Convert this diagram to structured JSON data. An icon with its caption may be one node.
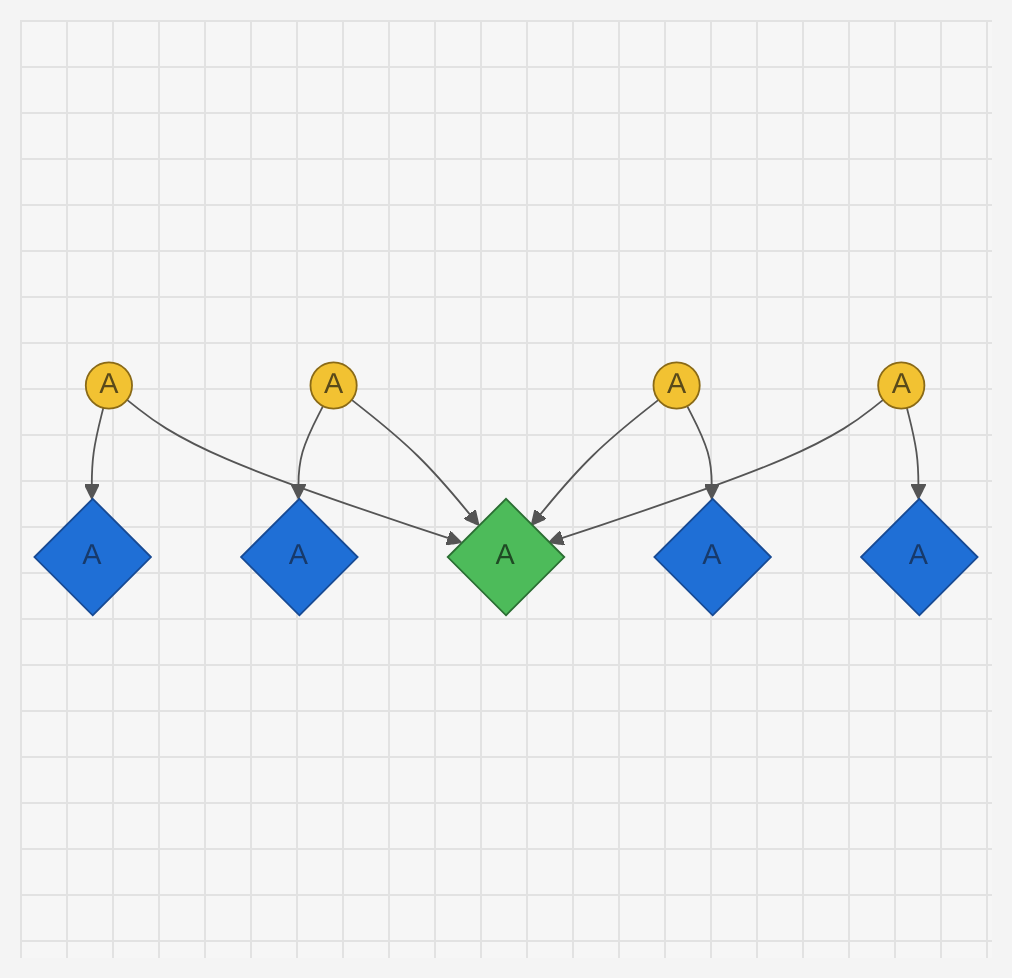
{
  "diagram": {
    "nodes": [
      {
        "text": [
          "A"
        ]
      },
      {
        "text": [
          "A"
        ]
      },
      {
        "text": [
          "A"
        ]
      },
      {
        "text": [
          "A"
        ]
      },
      {
        "text": [
          "A"
        ]
      },
      {
        "text": [
          "A"
        ]
      },
      {
        "text": [
          "A"
        ]
      },
      {
        "text": [
          "A"
        ]
      },
      {
        "text": [
          "A"
        ]
      }
    ],
    "edges": [
      {
        "from": 1,
        "to": 0,
        "arrow": "to"
      },
      {
        "from": 1,
        "to": 4,
        "arrow": "to"
      },
      {
        "from": 3,
        "to": 2,
        "arrow": "to"
      },
      {
        "from": 3,
        "to": 4,
        "arrow": "to"
      },
      {
        "from": 5,
        "to": 4,
        "arrow": "to"
      },
      {
        "from": 5,
        "to": 6,
        "arrow": "to"
      },
      {
        "from": 7,
        "to": 4,
        "arrow": "to"
      },
      {
        "from": 7,
        "to": 8,
        "arrow": "to"
      }
    ]
  }
}
